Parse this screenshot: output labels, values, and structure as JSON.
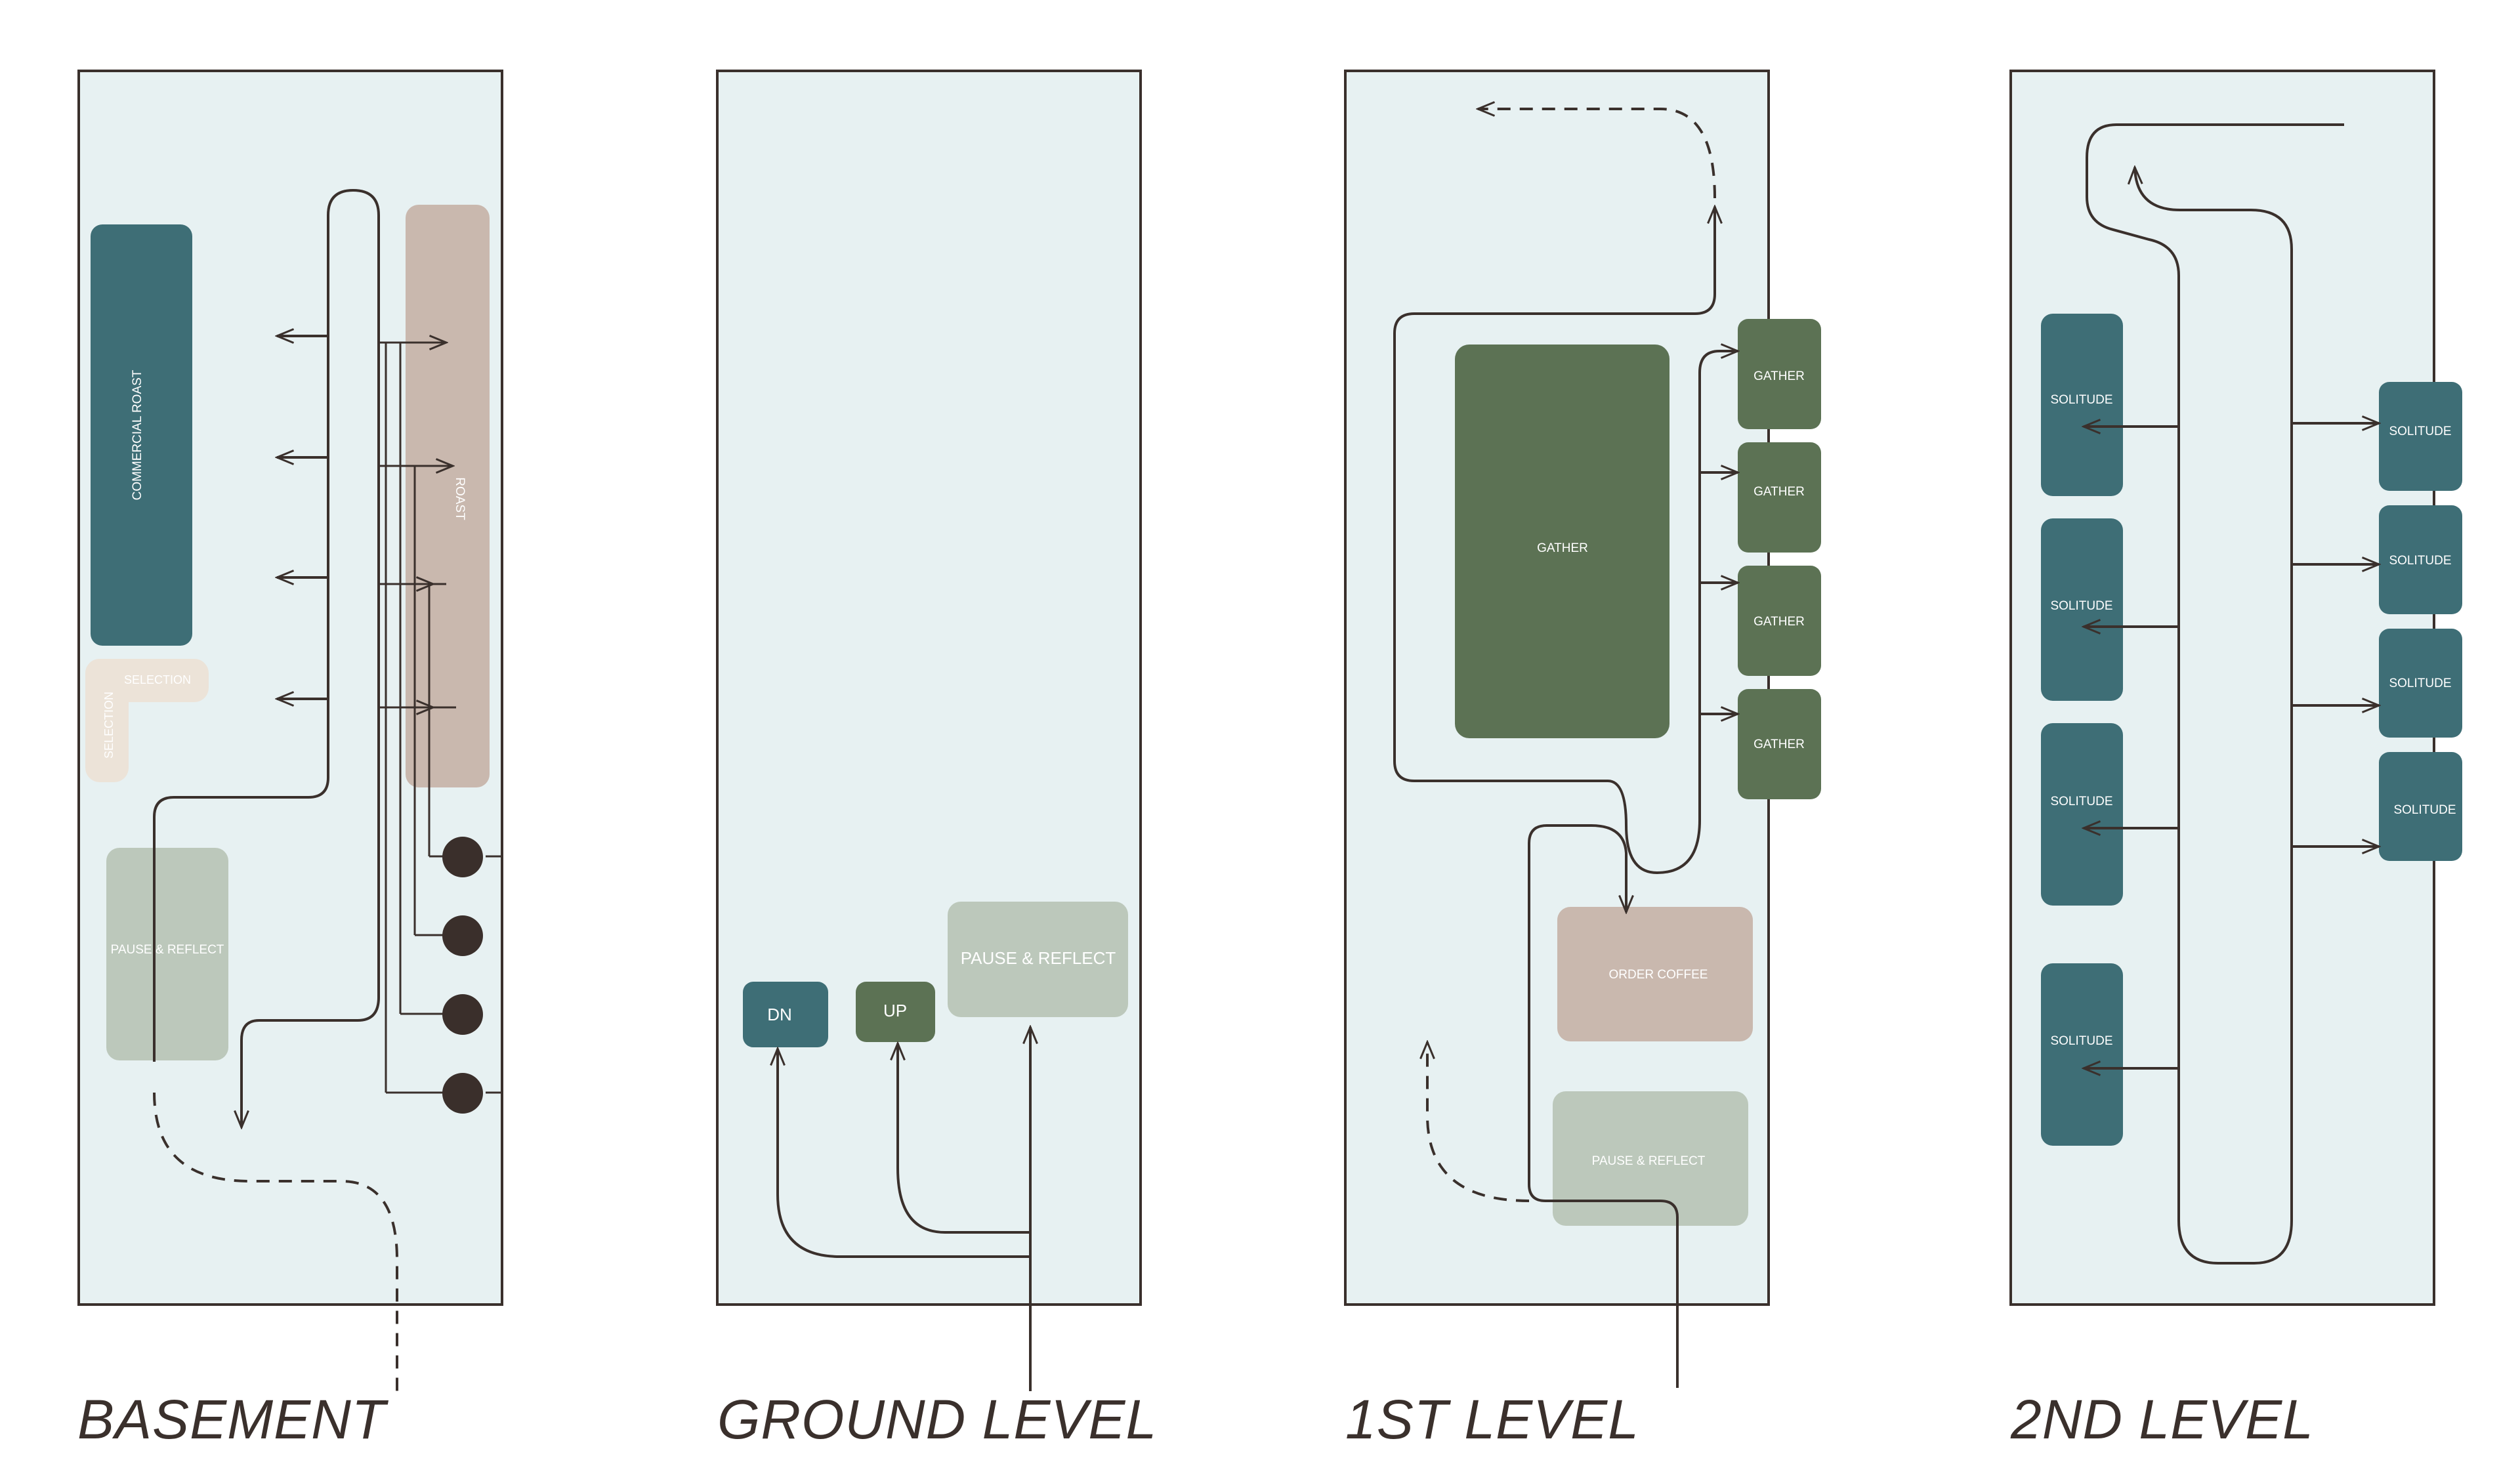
{
  "colors": {
    "panel_fill": "#e7f1f2",
    "panel_stroke": "#3a302c",
    "line": "#3a302c",
    "teal": "#3e6e76",
    "green": "#5c7254",
    "mauve": "#c9b8ae",
    "sage": "#bcc8bb",
    "cream": "#ece3d8",
    "dark_dot": "#3a2f2b",
    "title": "#3a302c"
  },
  "floors": {
    "basement": {
      "title": "BASEMENT",
      "zones": {
        "commercial_roast": "COMMERCIAL ROAST",
        "roast": "ROAST",
        "selection_horizontal": "SELECTION",
        "selection_vertical": "SELECTION",
        "pause_reflect": "PAUSE & REFLECT"
      }
    },
    "ground": {
      "title": "GROUND LEVEL",
      "zones": {
        "down": "DN",
        "up": "UP",
        "pause_reflect": "PAUSE & REFLECT"
      }
    },
    "first": {
      "title": "1ST LEVEL",
      "zones": {
        "gather_main": "GATHER",
        "gather_1": "GATHER",
        "gather_2": "GATHER",
        "gather_3": "GATHER",
        "gather_4": "GATHER",
        "order_coffee": "ORDER COFFEE",
        "pause_reflect": "PAUSE & REFLECT"
      }
    },
    "second": {
      "title": "2ND LEVEL",
      "zones": {
        "solitude_left_1": "SOLITUDE",
        "solitude_left_2": "SOLITUDE",
        "solitude_left_3": "SOLITUDE",
        "solitude_left_4": "SOLITUDE",
        "solitude_right_1": "SOLITUDE",
        "solitude_right_2": "SOLITUDE",
        "solitude_right_3": "SOLITUDE",
        "solitude_right_4": "SOLITUDE"
      }
    }
  }
}
